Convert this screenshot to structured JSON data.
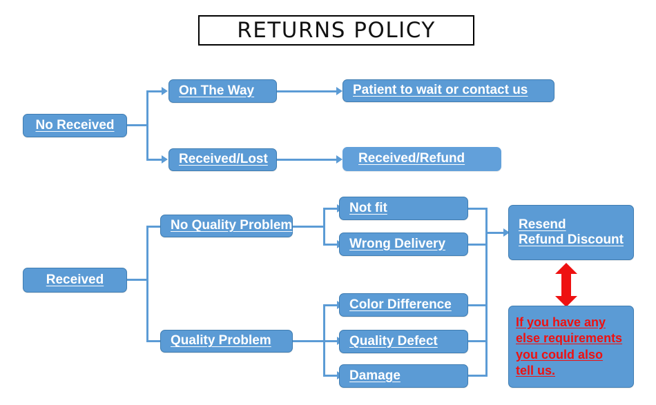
{
  "title": "RETURNS POLICY",
  "nodes": {
    "no_received": "No Received",
    "on_the_way": "On The Way",
    "received_lost": "Received/Lost",
    "patient_wait": "Patient to wait or contact us",
    "received_refund": "Received/Refund",
    "received": "Received",
    "no_quality_problem": "No Quality Problem",
    "quality_problem": "Quality Problem",
    "not_fit": "Not fit",
    "wrong_delivery": "Wrong Delivery",
    "color_difference": "Color Difference",
    "quality_defect": "Quality Defect",
    "damage": "Damage",
    "resend_line1": "Resend",
    "resend_line2": "Refund Discount",
    "note_line1": "If you have any",
    "note_line2": "else requirements",
    "note_line3": "you could also",
    "note_line4": "tell us."
  },
  "colors": {
    "box_blue": "#5B9BD5",
    "box_blue_light": "#62A0DA",
    "box_border": "#3E7CB1",
    "connector": "#5B9BD5",
    "accent_red": "#ee1111",
    "title_border": "#000000",
    "text_white": "#ffffff",
    "background": "#ffffff"
  },
  "icons": {
    "arrow_right": "arrow-right-icon",
    "double_arrow_vertical": "double-arrow-vertical-icon"
  }
}
